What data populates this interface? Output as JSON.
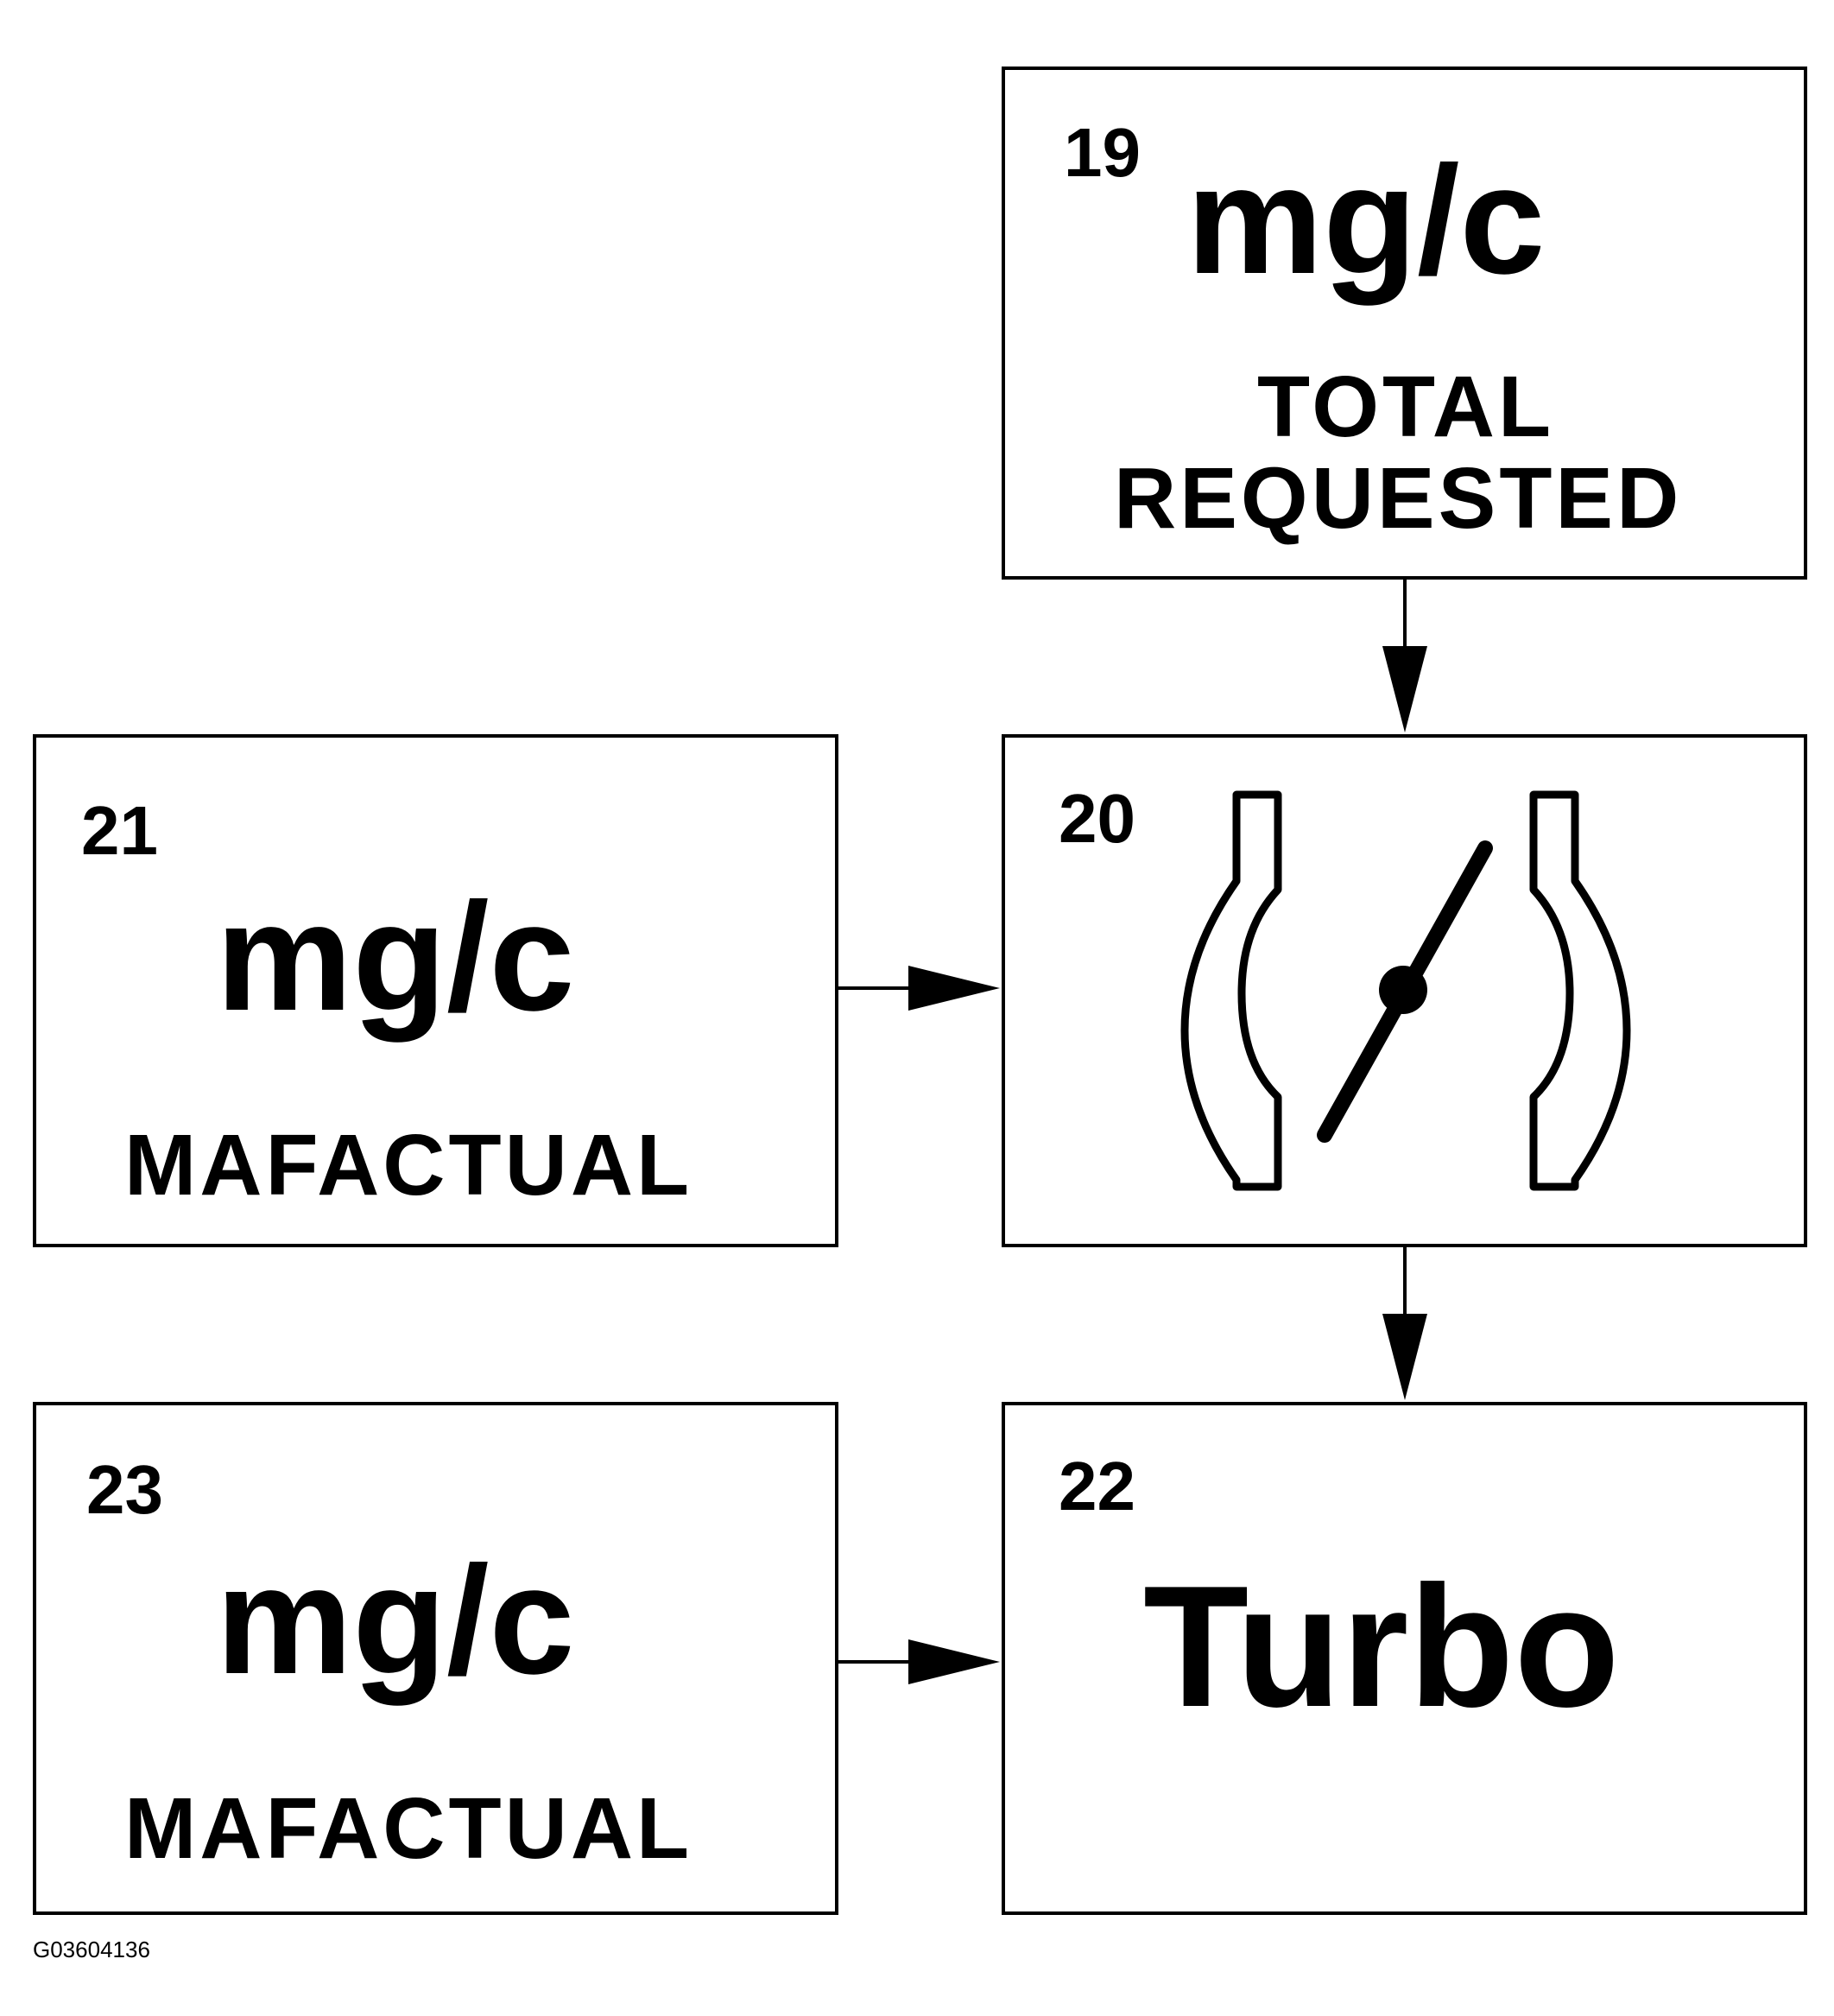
{
  "blocks": {
    "b19": {
      "number": "19",
      "unit": "mg/c",
      "caption_line1": "TOTAL",
      "caption_line2": "REQUESTED"
    },
    "b20": {
      "number": "20",
      "icon": "throttle-valve-icon"
    },
    "b21": {
      "number": "21",
      "unit": "mg/c",
      "caption": "MAFACTUAL"
    },
    "b22": {
      "number": "22",
      "label": "Turbo"
    },
    "b23": {
      "number": "23",
      "unit": "mg/c",
      "caption": "MAFACTUAL"
    }
  },
  "figure_id": "G03604136"
}
